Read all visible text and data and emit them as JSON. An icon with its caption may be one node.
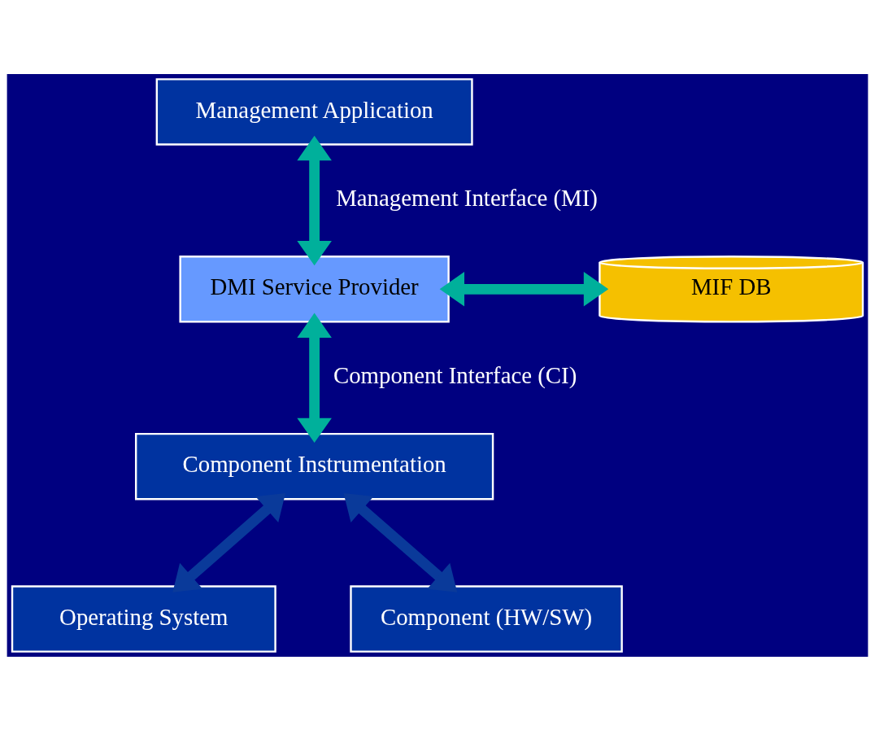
{
  "diagram": {
    "nodes": [
      {
        "text": [
          "Management Application"
        ]
      },
      {
        "text": [
          "DMI Service Provider"
        ]
      },
      {
        "text": [
          "MIF DB"
        ]
      },
      {
        "text": [
          "Component Instrumentation"
        ]
      },
      {
        "text": [
          "Operating System"
        ]
      },
      {
        "text": [
          "Component (HW/SW)"
        ]
      }
    ],
    "edges": [
      {
        "from": 0,
        "to": 1,
        "arrow": "both",
        "label": "Management Interface (MI)"
      },
      {
        "from": 1,
        "to": 2,
        "arrow": "both"
      },
      {
        "from": 1,
        "to": 3,
        "arrow": "both",
        "label": "Component Interface (CI)"
      },
      {
        "from": 3,
        "to": 4,
        "arrow": "both",
        "color": "#0a3a9a"
      },
      {
        "from": 3,
        "to": 5,
        "arrow": "both",
        "color": "#0a3a9a"
      }
    ]
  }
}
